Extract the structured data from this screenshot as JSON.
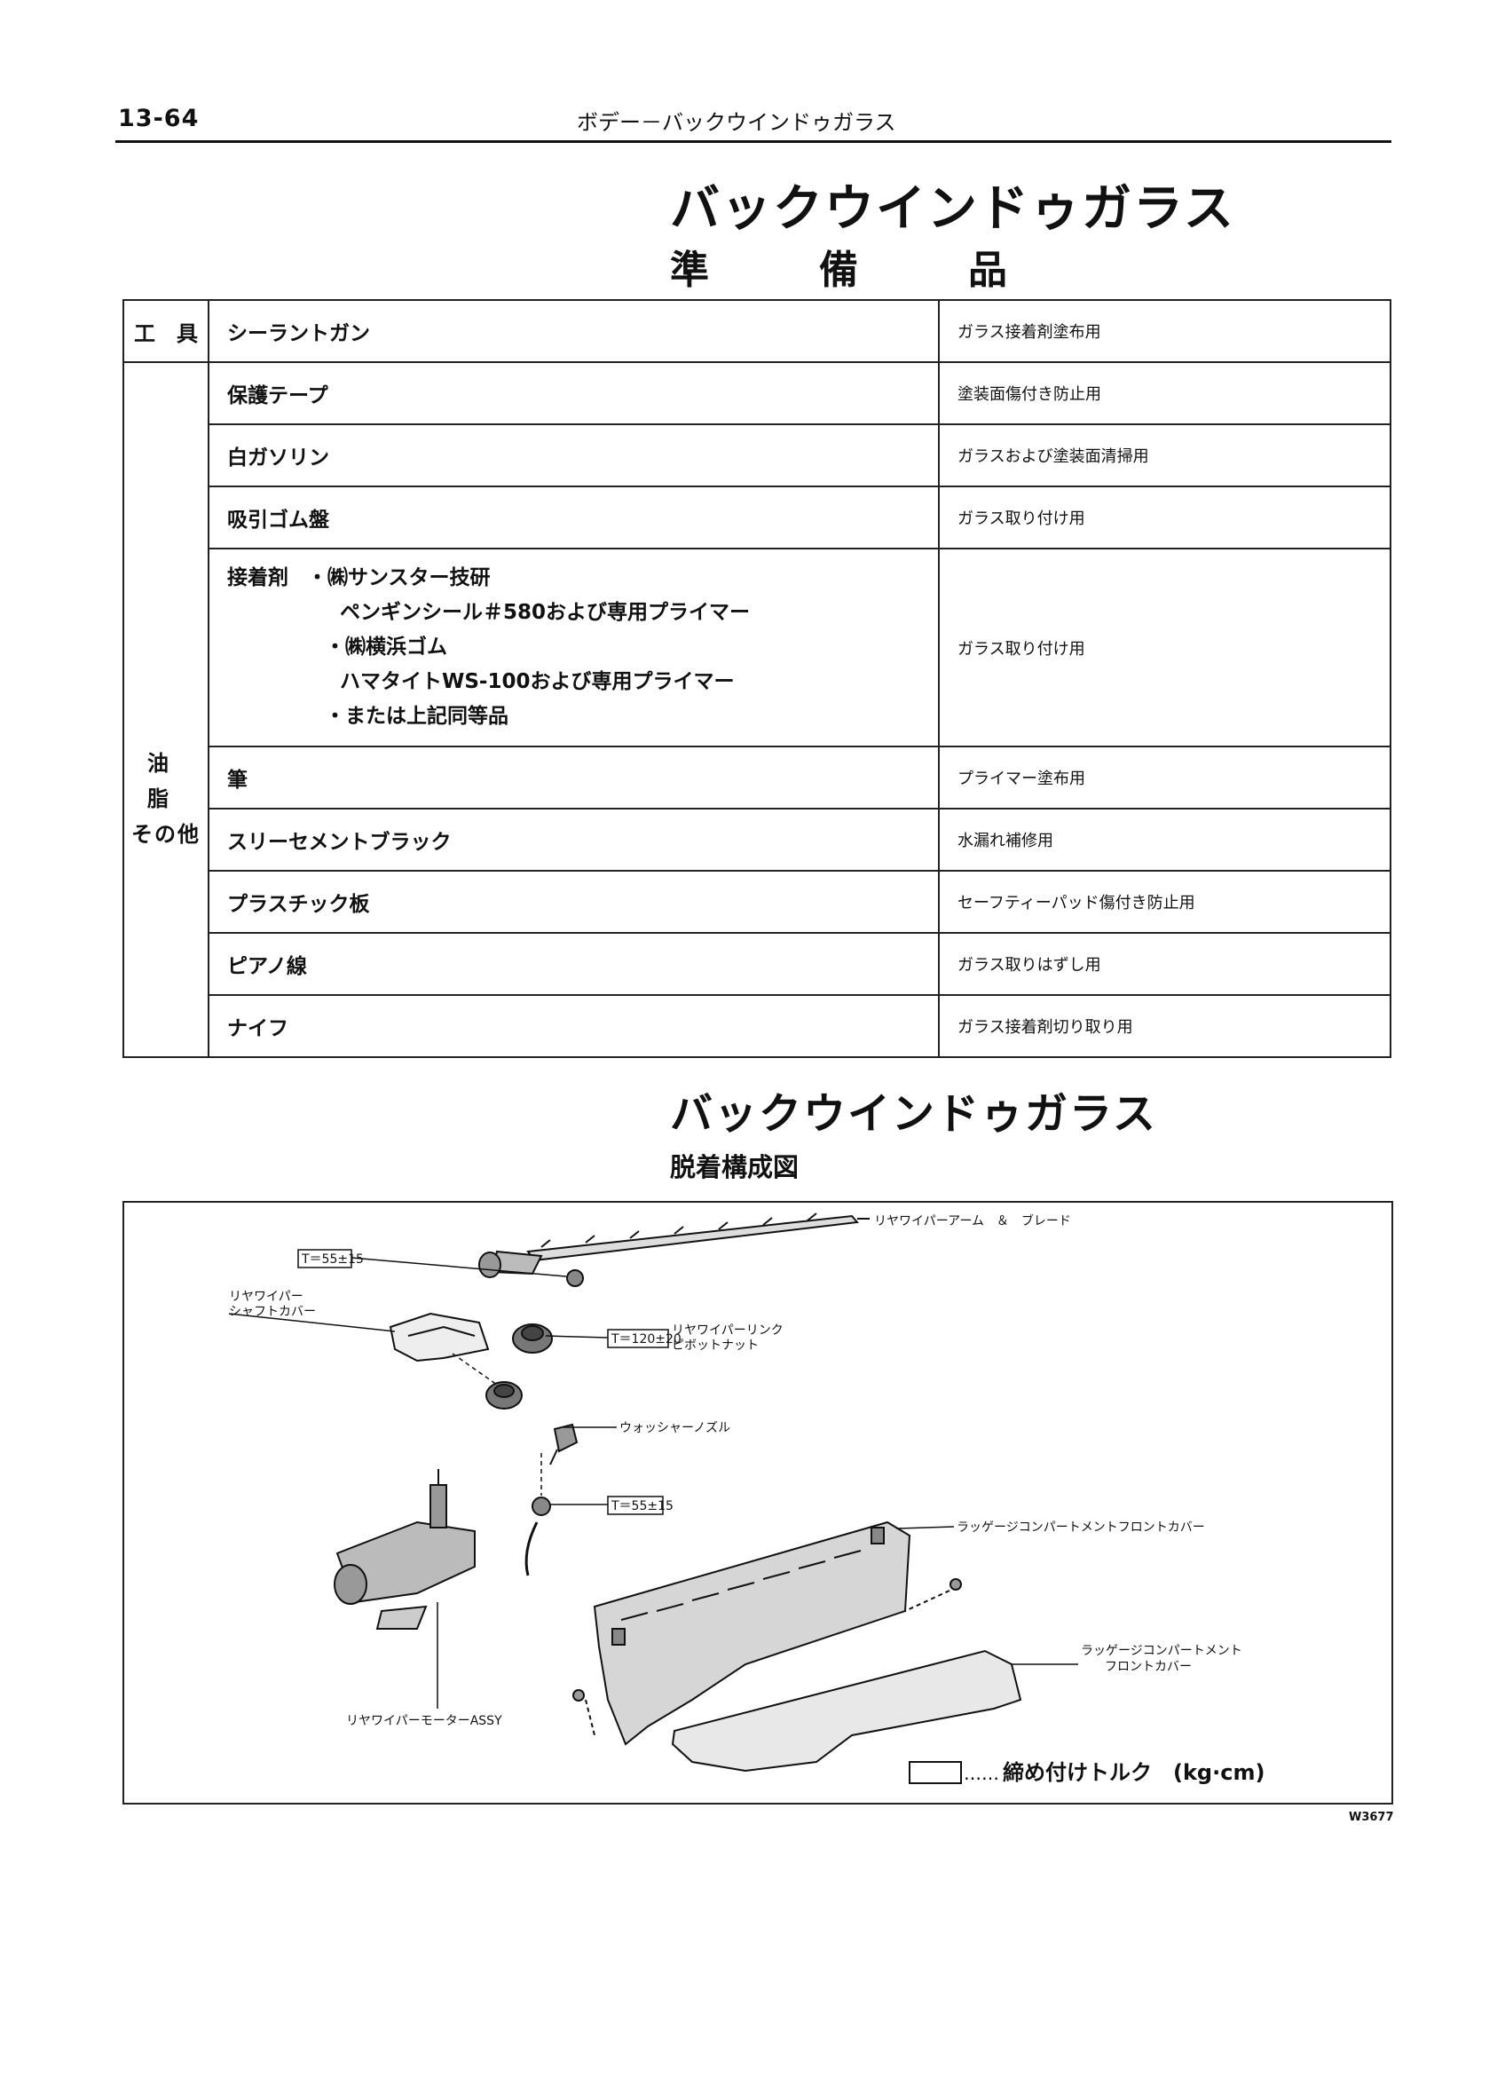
{
  "header": {
    "page_number": "13-64",
    "running_title": "ボデー－バックウインドゥガラス"
  },
  "section": {
    "title": "バックウインドゥガラス",
    "subtitle": "準　備　品"
  },
  "prep_table": {
    "tools_category": "工　具",
    "oils_category_line1": "油　脂",
    "oils_category_line2": "その他",
    "tools": [
      {
        "item": "シーラントガン",
        "purpose": "ガラス接着剤塗布用"
      }
    ],
    "materials": [
      {
        "item": "保護テープ",
        "purpose": "塗装面傷付き防止用"
      },
      {
        "item": "白ガソリン",
        "purpose": "ガラスおよび塗装面清掃用"
      },
      {
        "item": "吸引ゴム盤",
        "purpose": "ガラス取り付け用"
      }
    ],
    "adhesive": {
      "label": "接着剤",
      "line1": "・㈱サンスター技研",
      "line2": "ペンギンシール＃580および専用プライマー",
      "line3": "・㈱横浜ゴム",
      "line4": "ハマタイトWS-100および専用プライマー",
      "line5": "・または上記同等品",
      "purpose": "ガラス取り付け用"
    },
    "materials_after": [
      {
        "item": "筆",
        "purpose": "プライマー塗布用"
      },
      {
        "item": "スリーセメントブラック",
        "purpose": "水漏れ補修用"
      },
      {
        "item": "プラスチック板",
        "purpose": "セーフティーパッド傷付き防止用"
      },
      {
        "item": "ピアノ線",
        "purpose": "ガラス取りはずし用"
      },
      {
        "item": "ナイフ",
        "purpose": "ガラス接着剤切り取り用"
      }
    ]
  },
  "diagram": {
    "section_title": "バックウインドゥガラス",
    "subtitle": "脱着構成図",
    "callouts": {
      "arm_blade": "リヤワイパーアーム　＆　ブレード",
      "shaft_cover_1": "リヤワイパー",
      "shaft_cover_2": "シャフトカバー",
      "link_nut_1": "リヤワイパーリンク",
      "link_nut_2": "ピボットナット",
      "washer_nozzle": "ウォッシャーノズル",
      "luggage_cover_1": "ラッゲージコンパートメントフロントカバー",
      "luggage_cover_2a": "ラッゲージコンパートメント",
      "luggage_cover_2b": "フロントカバー",
      "motor_assy": "リヤワイパーモーターASSY"
    },
    "torques": {
      "t1": "T＝55±15",
      "t2": "T＝120±20",
      "t3": "T＝55±15"
    },
    "legend": "締め付けトルク　(kg·cm)",
    "legend_dots": "……",
    "figure_code": "W3677"
  }
}
